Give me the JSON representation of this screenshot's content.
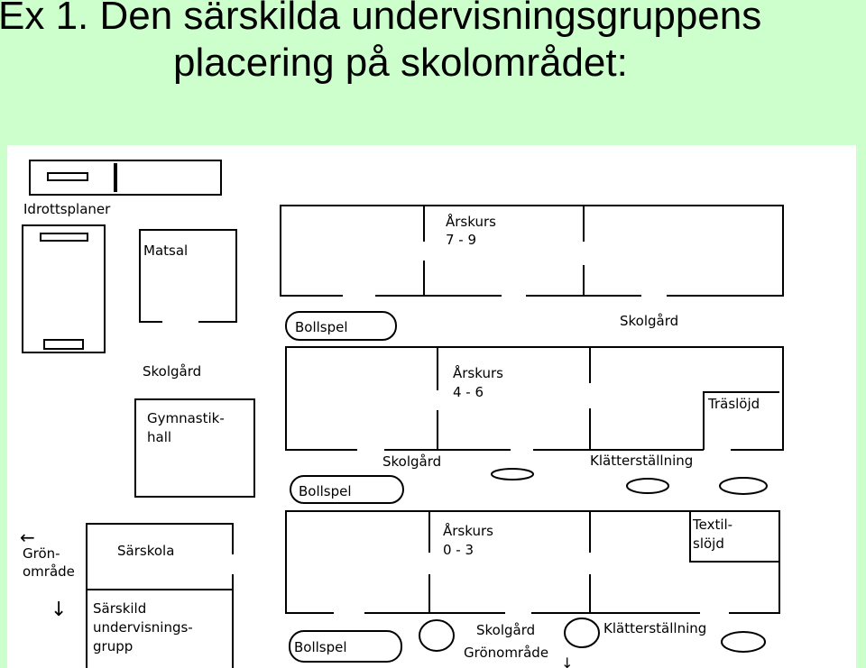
{
  "title": {
    "line1": "Ex 1. Den särskilda undervisningsgruppens",
    "line2": "placering på skolområdet:"
  },
  "plan": {
    "idrottsplaner": "Idrottsplaner",
    "matsal": "Matsal",
    "skolgard": "Skolgård",
    "gymnastik_l1": "Gymnastik-",
    "gymnastik_l2": "hall",
    "bollspel": "Bollspel",
    "arskurs": "Årskurs",
    "grade_79": "7 - 9",
    "grade_46": "4 - 6",
    "grade_03": "0 - 3",
    "traslojd": "Träslöjd",
    "klatter": "Klätterställning",
    "textil_l1": "Textil-",
    "textil_l2": "slöjd",
    "gron_l1": "Grön-",
    "gron_l2": "område",
    "sarskola": "Särskola",
    "sarskild_l1": "Särskild",
    "sarskild_l2": "undervisnings-",
    "sarskild_l3": "grupp",
    "gronomrade": "Grönområde",
    "arrow_left": "←",
    "arrow_down": "↓"
  }
}
